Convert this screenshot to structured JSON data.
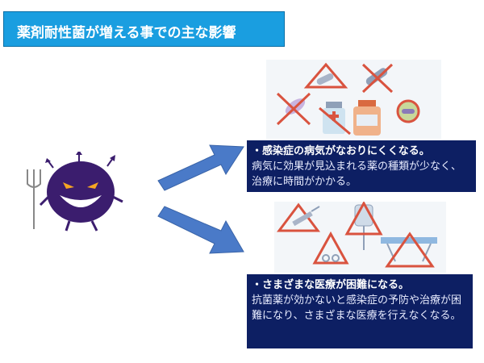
{
  "title": "薬剤耐性菌が増える事での主な影響",
  "effects": [
    {
      "title": "・感染症の病気がなおりにくくなる。",
      "body": "病気に効果が見込まれる薬の種類が少なく、治療に時間がかかる。"
    },
    {
      "title": "・さまざまな医療が困難になる。",
      "body": "抗菌薬が効かないと感染症の予防や治療が困難になり、さまざまな医療を行えなくなる。"
    }
  ],
  "colors": {
    "banner": "#1a9ee0",
    "infobox": "#0d1f63",
    "arrow": "#4a7ac8",
    "germ": "#3b1d6e",
    "warning": "#d9533f"
  },
  "icons": [
    "germ-character",
    "pitchfork-icon",
    "medicine-icons",
    "medical-equipment-icons",
    "arrow-right"
  ]
}
